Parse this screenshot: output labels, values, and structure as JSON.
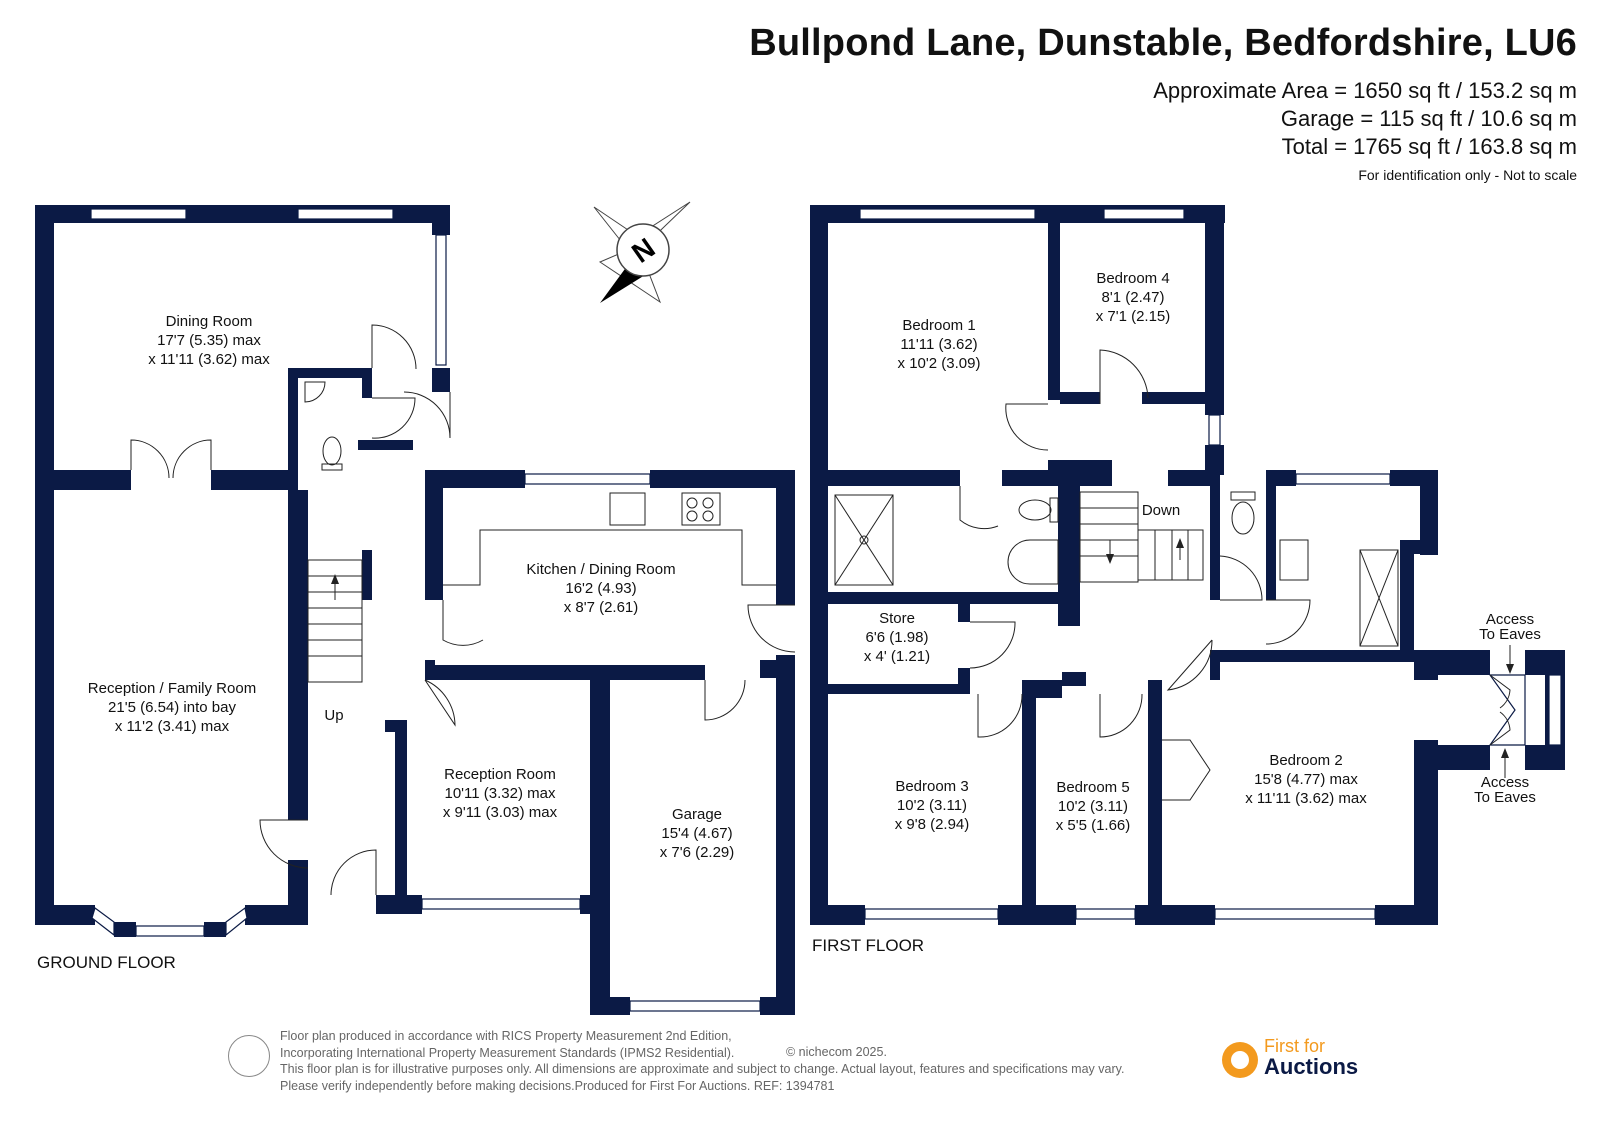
{
  "header": {
    "title": "Bullpond Lane, Dunstable, Bedfordshire, LU6",
    "area": "Approximate Area = 1650 sq ft / 153.2 sq m",
    "garage": "Garage = 115 sq ft / 10.6 sq m",
    "total": "Total = 1765 sq ft / 163.8 sq m",
    "note": "For identification only - Not to scale"
  },
  "compass": {
    "letter": "N"
  },
  "ground_floor": {
    "label": "GROUND FLOOR",
    "rooms": [
      {
        "name": "Dining Room",
        "dim1": "17'7 (5.35) max",
        "dim2": "x 11'11 (3.62) max"
      },
      {
        "name": "Reception / Family Room",
        "dim1": "21'5 (6.54) into bay",
        "dim2": "x 11'2 (3.41) max"
      },
      {
        "name": "Kitchen / Dining Room",
        "dim1": "16'2 (4.93)",
        "dim2": "x 8'7 (2.61)"
      },
      {
        "name": "Reception Room",
        "dim1": "10'11 (3.32) max",
        "dim2": "x 9'11 (3.03) max"
      },
      {
        "name": "Garage",
        "dim1": "15'4 (4.67)",
        "dim2": "x 7'6 (2.29)"
      }
    ],
    "stairs_label": "Up"
  },
  "first_floor": {
    "label": "FIRST FLOOR",
    "rooms": [
      {
        "name": "Bedroom 1",
        "dim1": "11'11 (3.62)",
        "dim2": "x 10'2 (3.09)"
      },
      {
        "name": "Bedroom 4",
        "dim1": "8'1 (2.47)",
        "dim2": "x 7'1 (2.15)"
      },
      {
        "name": "Store",
        "dim1": "6'6 (1.98)",
        "dim2": "x 4' (1.21)"
      },
      {
        "name": "Bedroom 3",
        "dim1": "10'2 (3.11)",
        "dim2": "x 9'8 (2.94)"
      },
      {
        "name": "Bedroom 5",
        "dim1": "10'2 (3.11)",
        "dim2": "x 5'5 (1.66)"
      },
      {
        "name": "Bedroom 2",
        "dim1": "15'8 (4.77) max",
        "dim2": "x 11'11 (3.62) max"
      }
    ],
    "stairs_label": "Down",
    "eaves_top": [
      "Access",
      "To Eaves"
    ],
    "eaves_bottom": [
      "Access",
      "To Eaves"
    ]
  },
  "footer": {
    "line1": "Floor plan produced in accordance with RICS Property Measurement 2nd Edition,",
    "line2": "Incorporating International Property Measurement Standards (IPMS2 Residential).",
    "line3": "This floor plan is for illustrative purposes only. All dimensions are approximate and subject to change. Actual layout, features and specifications may vary.",
    "line4": "Please verify independently before making decisions.Produced for First For Auctions.   REF:  1394781",
    "copyright": "© nichecom 2025."
  },
  "brand": {
    "line1": "First for",
    "line2": "Auctions"
  },
  "colors": {
    "wall": "#0b1a45",
    "brand_orange": "#f39a1e"
  }
}
